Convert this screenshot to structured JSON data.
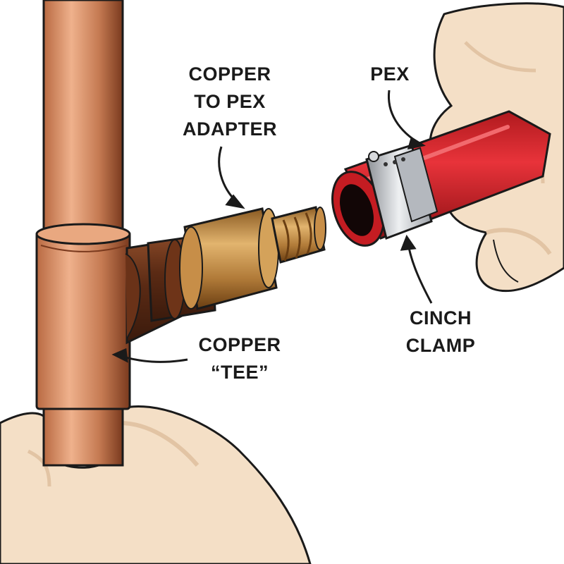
{
  "labels": {
    "adapter": [
      "COPPER",
      "TO PEX",
      "ADAPTER"
    ],
    "pex": [
      "PEX"
    ],
    "clamp": [
      "CINCH",
      "CLAMP"
    ],
    "tee": [
      "COPPER",
      "“TEE”"
    ]
  },
  "colors": {
    "copper_light": "#e7a57e",
    "copper_mid": "#c57a52",
    "copper_dark": "#5a2a14",
    "brass_light": "#d9a864",
    "brass_dark": "#7a4a18",
    "pex_red": "#d9262c",
    "pex_dark": "#8e1014",
    "clamp_silver": "#c9ccd0",
    "skin": "#f4dfc6",
    "skin_shadow": "#e2c4a4",
    "outline": "#1a1a1a"
  }
}
